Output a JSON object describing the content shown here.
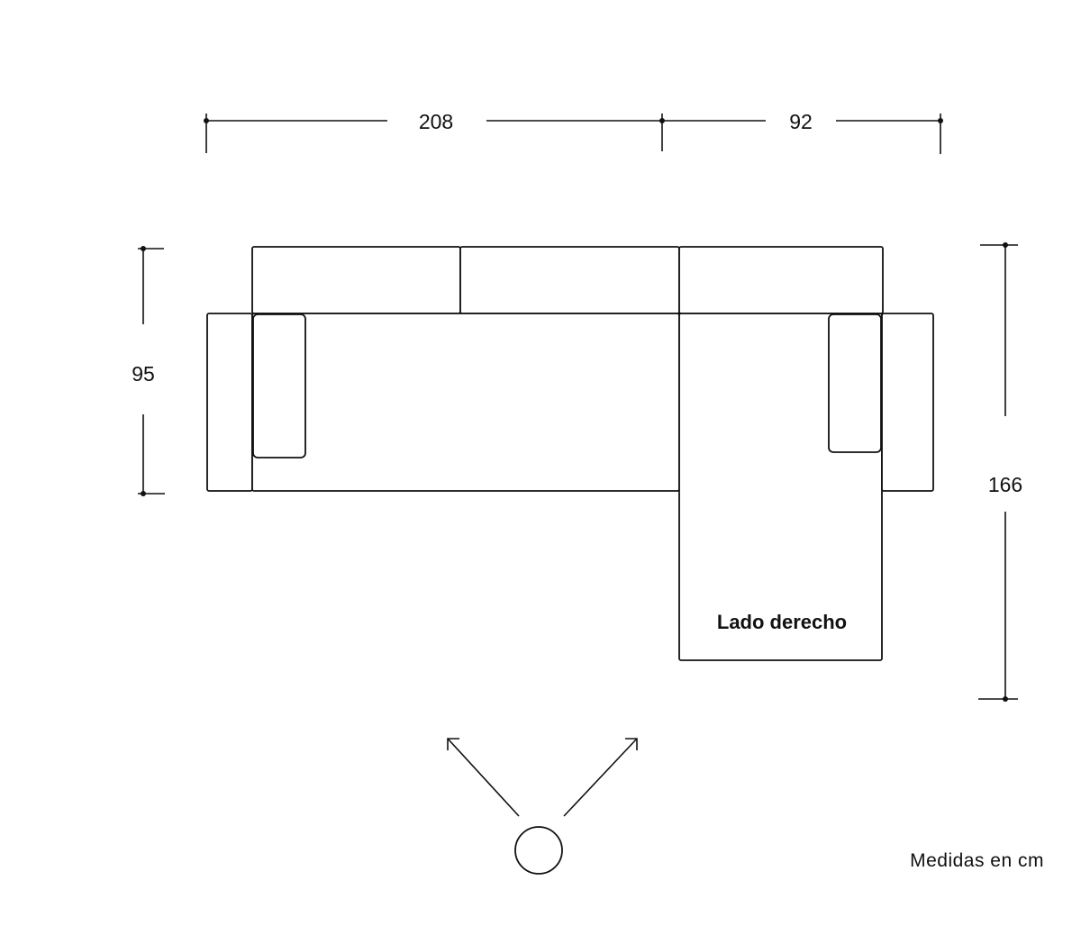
{
  "dimensions": {
    "sofa_width": "208",
    "chaise_width": "92",
    "sofa_depth": "95",
    "chaise_depth": "166"
  },
  "chaise_label": "Lado derecho",
  "units_note": "Medidas en cm",
  "icons": {
    "viewer": "viewer-circle-icon",
    "view_arrows": "view-direction-arrows-icon"
  }
}
